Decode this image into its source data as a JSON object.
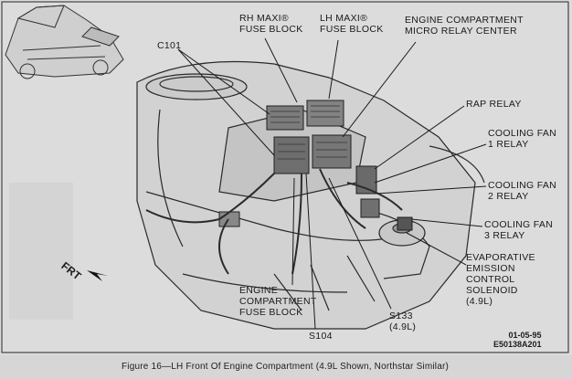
{
  "labels": {
    "c101": "C101",
    "rh_maxi": "RH MAXI®\nFUSE BLOCK",
    "lh_maxi": "LH MAXI®\nFUSE BLOCK",
    "micro_relay": "ENGINE COMPARTMENT\nMICRO RELAY CENTER",
    "rap_relay": "RAP RELAY",
    "fan1": "COOLING FAN\n1 RELAY",
    "fan2": "COOLING FAN\n2 RELAY",
    "fan3": "COOLING FAN\n3 RELAY",
    "evap": "EVAPORATIVE\nEMISSION\nCONTROL\nSOLENOID\n(4.9L)",
    "ecfb": "ENGINE\nCOMPARTMENT\nFUSE BLOCK",
    "s104": "S104",
    "s133": "S133\n(4.9L)",
    "frt": "FRT"
  },
  "code": "01-05-95\nE50138A201",
  "caption": "Figure 16—LH Front Of Engine Compartment (4.9L Shown, Northstar Similar)"
}
